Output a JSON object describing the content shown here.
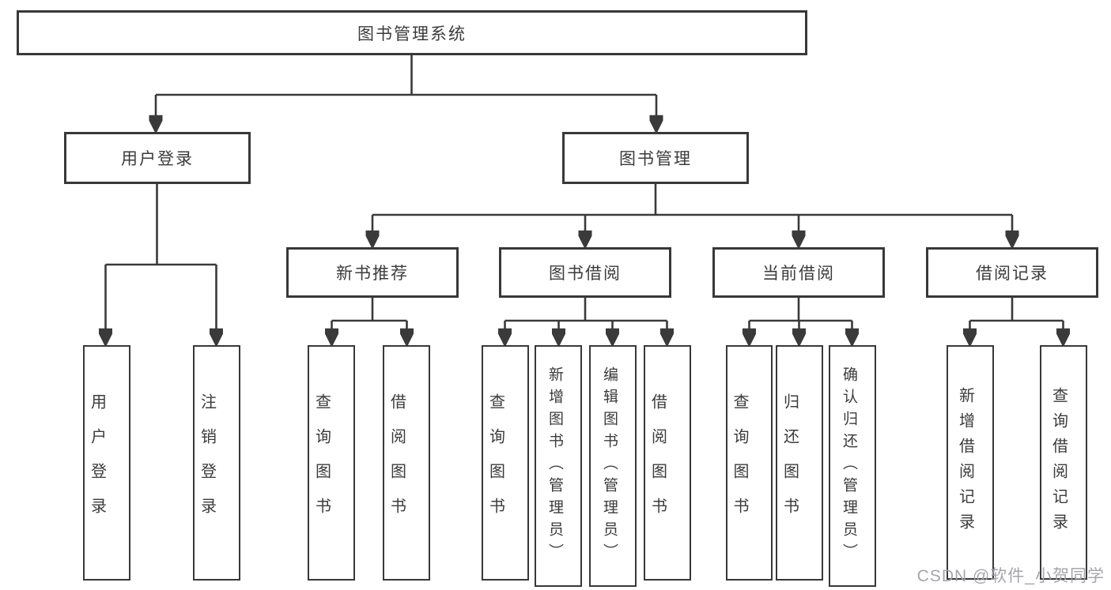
{
  "tree": {
    "label": "图书管理系统",
    "children": [
      {
        "label": "用户登录",
        "children": [
          {
            "label": "用户登录"
          },
          {
            "label": "注销登录"
          }
        ]
      },
      {
        "label": "图书管理",
        "children": [
          {
            "label": "新书推荐",
            "children": [
              {
                "label": "查询图书"
              },
              {
                "label": "借阅图书"
              }
            ]
          },
          {
            "label": "图书借阅",
            "children": [
              {
                "label": "查询图书"
              },
              {
                "label": "新增图书（管理员）"
              },
              {
                "label": "编辑图书（管理员）"
              },
              {
                "label": "借阅图书"
              }
            ]
          },
          {
            "label": "当前借阅",
            "children": [
              {
                "label": "查询图书"
              },
              {
                "label": "归还图书"
              },
              {
                "label": "确认归还（管理员）"
              }
            ]
          },
          {
            "label": "借阅记录",
            "children": [
              {
                "label": "新增借阅记录"
              },
              {
                "label": "查询借阅记录"
              }
            ]
          }
        ]
      }
    ]
  },
  "watermark": {
    "text": "CSDN @软件_小贺同学"
  },
  "colors": {
    "line": "#3a3a3a",
    "box_border": "#383838",
    "text": "#3b3b3b",
    "background": "#ffffff",
    "watermark": "#a0a0a6"
  }
}
